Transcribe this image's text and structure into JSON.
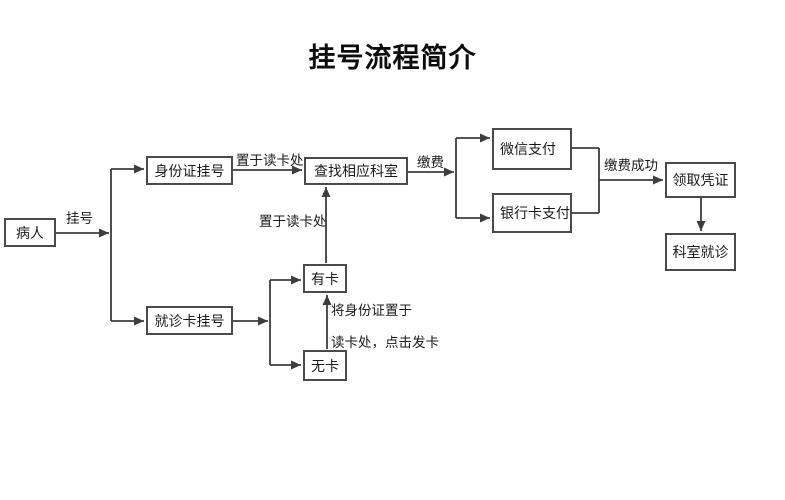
{
  "title": "挂号流程简介",
  "nodes": {
    "patient": "病人",
    "id_card_register": "身份证挂号",
    "visit_card_register": "就诊卡挂号",
    "find_department": "查找相应科室",
    "wechat_pay": "微信支付",
    "bank_card_pay": "银行卡支付",
    "receive_voucher": "领取凭证",
    "department_visit": "科室就诊",
    "has_card": "有卡",
    "no_card": "无卡"
  },
  "edge_labels": {
    "register": "挂号",
    "place_on_reader_top": "置于读卡处",
    "place_on_reader_mid": "置于读卡处",
    "pay": "缴费",
    "pay_success": "缴费成功",
    "no_card_hint_line1": "将身份证置于",
    "no_card_hint_line2": "读卡处，点击发卡"
  },
  "colors": {
    "line": "#3d3d3d",
    "border": "#4a4a4a",
    "text": "#1a1a1a",
    "background": "#ffffff"
  }
}
